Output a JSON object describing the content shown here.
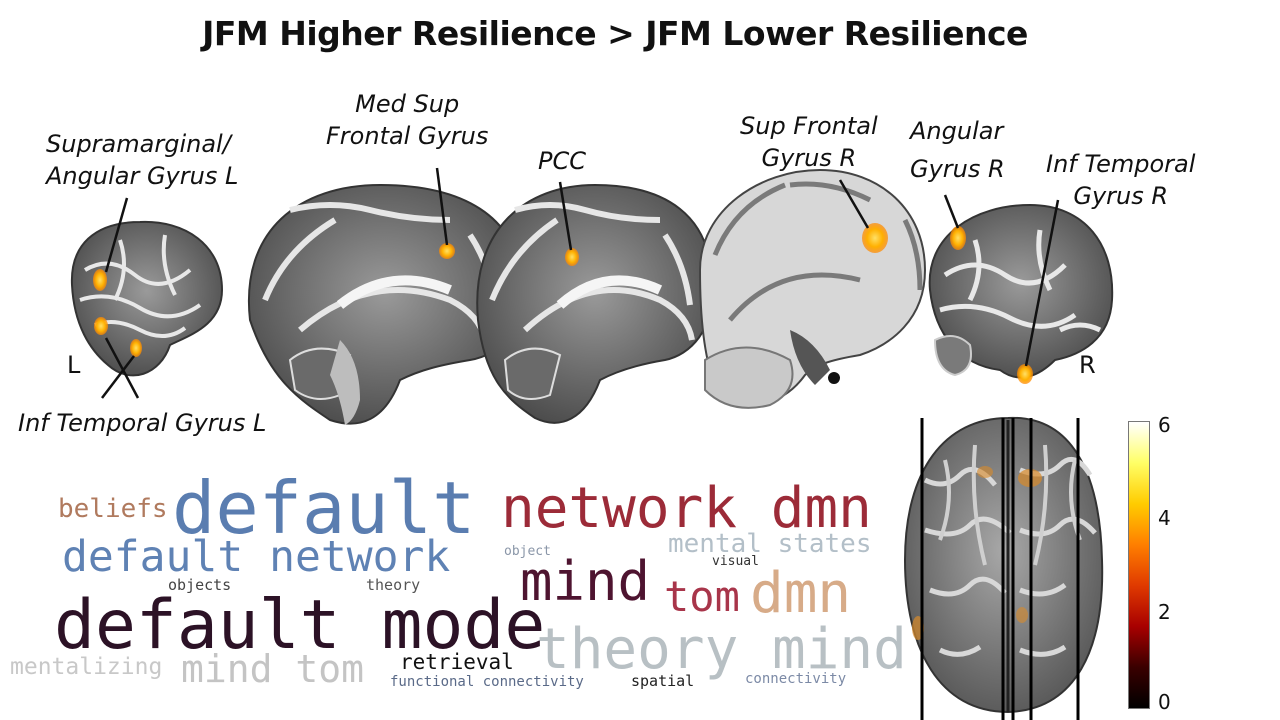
{
  "title": "JFM Higher Resilience > JFM Lower Resilience",
  "regions": {
    "supramarginal_l": "Supramarginal/\nAngular Gyrus L",
    "inf_temporal_l": "Inf Temporal Gyrus L",
    "med_sup_frontal": "Med Sup\nFrontal Gyrus",
    "pcc": "PCC",
    "sup_frontal_r": "Sup Frontal\nGyrus R",
    "angular_r": "Angular\nGyrus R",
    "inf_temporal_r": "Inf Temporal\nGyrus R"
  },
  "side_labels": {
    "left": "L",
    "right": "R"
  },
  "word_cloud": [
    {
      "text": "default",
      "color": "#5a7db0"
    },
    {
      "text": "network dmn",
      "color": "#9c2b38"
    },
    {
      "text": "beliefs",
      "color": "#b07a5e"
    },
    {
      "text": "default network",
      "color": "#5f82b4"
    },
    {
      "text": "mental states",
      "color": "#b3bfc8"
    },
    {
      "text": "object",
      "color": "#8a96a8"
    },
    {
      "text": "visual",
      "color": "#333333"
    },
    {
      "text": "mind",
      "color": "#4e1430"
    },
    {
      "text": "objects",
      "color": "#444444"
    },
    {
      "text": "theory",
      "color": "#555555"
    },
    {
      "text": "tom",
      "color": "#a8354a"
    },
    {
      "text": "dmn",
      "color": "#d7ab88"
    },
    {
      "text": "default mode",
      "color": "#2c1226"
    },
    {
      "text": "theory mind",
      "color": "#b8c0c4"
    },
    {
      "text": "mentalizing",
      "color": "#c8c8c8"
    },
    {
      "text": "mind tom",
      "color": "#c4c4c4"
    },
    {
      "text": "retrieval",
      "color": "#111111"
    },
    {
      "text": "functional connectivity",
      "color": "#5a6a88"
    },
    {
      "text": "spatial",
      "color": "#222222"
    },
    {
      "text": "connectivity",
      "color": "#7c8aa6"
    }
  ],
  "colorbar": {
    "ticks": [
      "6",
      "4",
      "2",
      "0"
    ],
    "stops": [
      "#ffffff",
      "#ffff66",
      "#ffcc00",
      "#ff7f00",
      "#e03a00",
      "#a80000",
      "#3a0000",
      "#000000"
    ]
  }
}
